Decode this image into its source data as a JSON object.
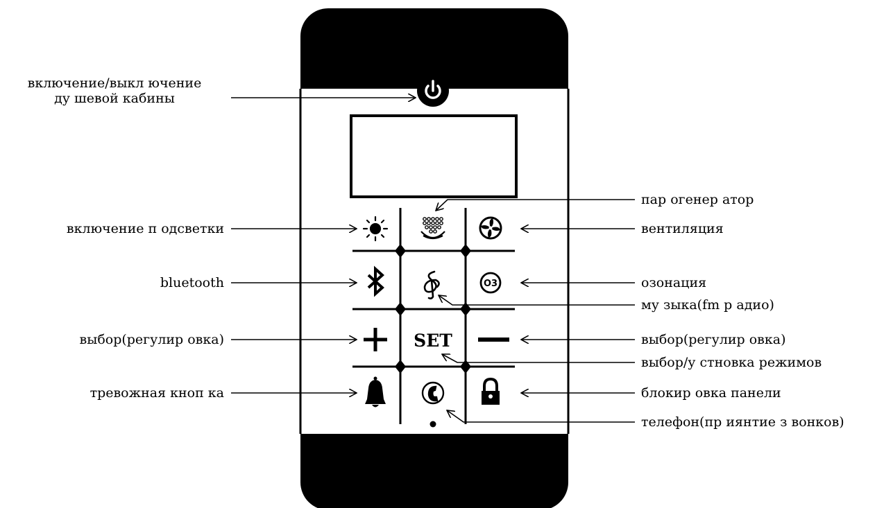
{
  "colors": {
    "panel_dark": "#000000",
    "panel_light": "#ffffff",
    "line": "#000000"
  },
  "panel": {
    "display": "blank display screen",
    "buttons": [
      {
        "id": "light",
        "icon": "light-bulb-icon"
      },
      {
        "id": "steam",
        "icon": "steam-generator-icon"
      },
      {
        "id": "fan",
        "icon": "fan-icon"
      },
      {
        "id": "bluetooth",
        "icon": "bluetooth-icon"
      },
      {
        "id": "music",
        "icon": "treble-clef-icon"
      },
      {
        "id": "ozone",
        "icon": "ozone-o3-icon"
      },
      {
        "id": "plus",
        "icon": "plus-icon"
      },
      {
        "id": "set",
        "icon": "set-label",
        "label": "SET"
      },
      {
        "id": "minus",
        "icon": "minus-icon"
      },
      {
        "id": "alarm",
        "icon": "bell-icon"
      },
      {
        "id": "phone",
        "icon": "phone-handset-icon"
      },
      {
        "id": "lock",
        "icon": "padlock-icon"
      }
    ],
    "power": {
      "icon": "power-icon"
    }
  },
  "labels": {
    "power_line1": "включение/выкл ючение",
    "power_line2": "ду шевой кабины",
    "light": "включение п одсветки",
    "bluetooth": "bluetooth",
    "select_left": "выбор(регулир овка)",
    "alarm": "тревожная кноп ка",
    "steam": "пар огенер атор",
    "fan": "вентиляция",
    "ozone": "озонация",
    "music": "му зыка(fm р адио)",
    "select_right": "выбор(регулир овка)",
    "set_mode": "выбор/у стновка режимов",
    "lock": "блокир овка панели",
    "phone": "телефон(пр иянтие з вонков)"
  }
}
